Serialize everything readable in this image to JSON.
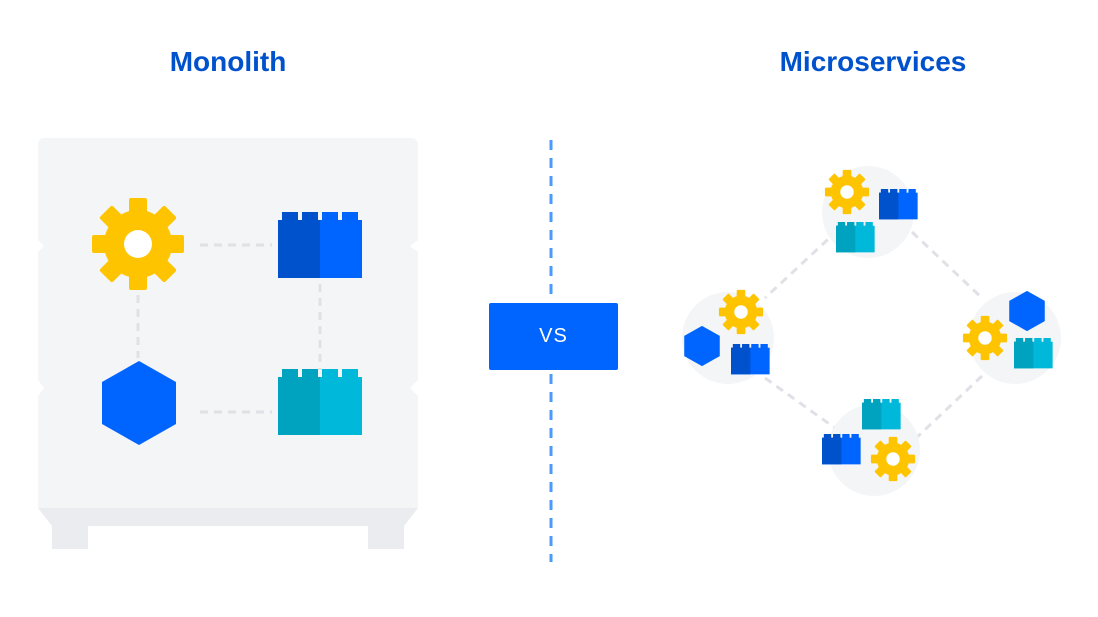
{
  "titles": {
    "left": "Monolith",
    "right": "Microservices"
  },
  "divider": {
    "label": "VS"
  },
  "colors": {
    "title": "#0052cc",
    "gear": "#ffc400",
    "blue_block": "#0065ff",
    "blue_block_dark": "#0052cc",
    "teal_block": "#00b8d9",
    "teal_block_dark": "#00a3bf",
    "hexagon": "#0065ff",
    "panel": "#f4f5f7",
    "connector": "#dfe1e6",
    "divider_line": "#4c9aff"
  },
  "icons": {
    "component_types": [
      "gear-icon",
      "blue-block-icon",
      "teal-block-icon",
      "hexagon-icon"
    ]
  }
}
